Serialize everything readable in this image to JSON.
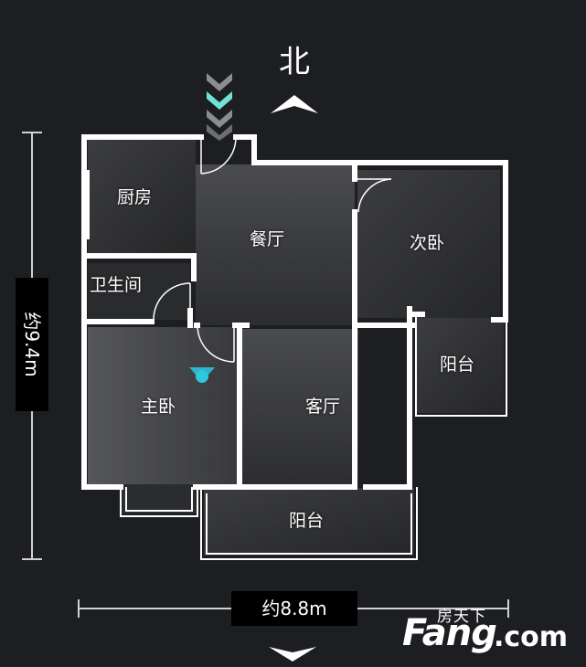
{
  "orientation": {
    "north_label": "北"
  },
  "rooms": {
    "kitchen": "厨房",
    "dining": "餐厅",
    "second_bedroom": "次卧",
    "bathroom": "卫生间",
    "balcony_east": "阳台",
    "master_bedroom": "主卧",
    "living_room": "客厅",
    "balcony_south": "阳台"
  },
  "dimensions": {
    "vertical": "约9.4m",
    "horizontal": "约8.8m"
  },
  "watermark": {
    "small": "房天下",
    "brand": "Fang",
    "suffix": ".com"
  },
  "colors": {
    "background": "#1d1e21",
    "wall": "#ffffff",
    "entry_accent": "#6fe3d6",
    "camera_marker": "#2ec8de"
  },
  "icons": [
    "north-arrow-icon",
    "entry-chevron-icon",
    "camera-marker-icon",
    "down-arrow-icon"
  ]
}
